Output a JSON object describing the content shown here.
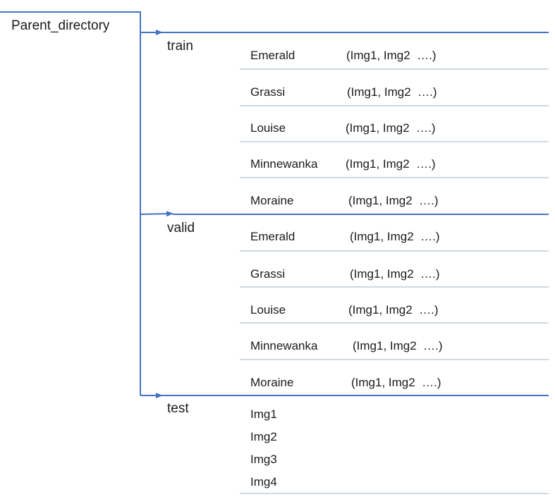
{
  "root_label": "Parent_directory",
  "train": {
    "label": "train",
    "rows": [
      {
        "class": "Emerald",
        "contents": "(Img1, Img2  ….)"
      },
      {
        "class": "Grassi",
        "contents": "(Img1, Img2  ….)"
      },
      {
        "class": "Louise",
        "contents": "(Img1, Img2  ….)"
      },
      {
        "class": "Minnewanka",
        "contents": "(Img1, Img2  ….)"
      },
      {
        "class": "Moraine",
        "contents": "(Img1, Img2  ….)"
      }
    ]
  },
  "valid": {
    "label": "valid",
    "rows": [
      {
        "class": "Emerald",
        "contents": "(Img1, Img2  ….)"
      },
      {
        "class": "Grassi",
        "contents": "(Img1, Img2  ….)"
      },
      {
        "class": "Louise",
        "contents": "(Img1, Img2  ….)"
      },
      {
        "class": "Minnewanka",
        "contents": "(Img1, Img2  ….)"
      },
      {
        "class": "Moraine",
        "contents": "(Img1, Img2  ….)"
      }
    ]
  },
  "test": {
    "label": "test",
    "items": [
      "Img1",
      "Img2",
      "Img3",
      "Img4"
    ]
  },
  "colors": {
    "connector": "#4472c4",
    "separator": "#b4c0d0"
  }
}
